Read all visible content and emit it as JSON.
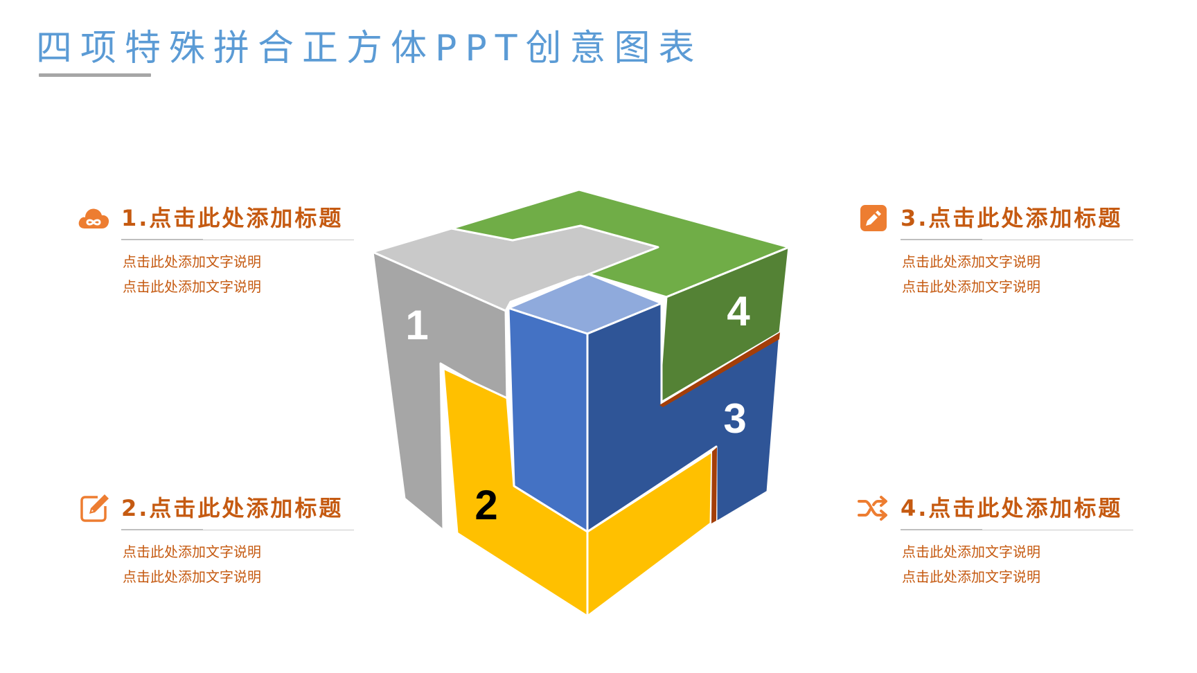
{
  "title": "四项特殊拼合正方体PPT创意图表",
  "items": [
    {
      "title": "1.点击此处添加标题",
      "desc": [
        "点击此处添加文字说明",
        "点击此处添加文字说明"
      ],
      "icon": "cloud-infinity-icon"
    },
    {
      "title": "2.点击此处添加标题",
      "desc": [
        "点击此处添加文字说明",
        "点击此处添加文字说明"
      ],
      "icon": "edit-square-icon"
    },
    {
      "title": "3.点击此处添加标题",
      "desc": [
        "点击此处添加文字说明",
        "点击此处添加文字说明"
      ],
      "icon": "pencil-badge-icon"
    },
    {
      "title": "4.点击此处添加标题",
      "desc": [
        "点击此处添加文字说明",
        "点击此处添加文字说明"
      ],
      "icon": "shuffle-icon"
    }
  ],
  "cube": {
    "labels": [
      "1",
      "2",
      "3",
      "4"
    ],
    "colors": {
      "gray": "#a6a6a6",
      "yellow": "#ffc000",
      "blue": "#4472c4",
      "green": "#70ad47",
      "accent_orange": "#ed7d31",
      "text_orange": "#c55a11",
      "title_blue": "#5b9bd5"
    }
  }
}
